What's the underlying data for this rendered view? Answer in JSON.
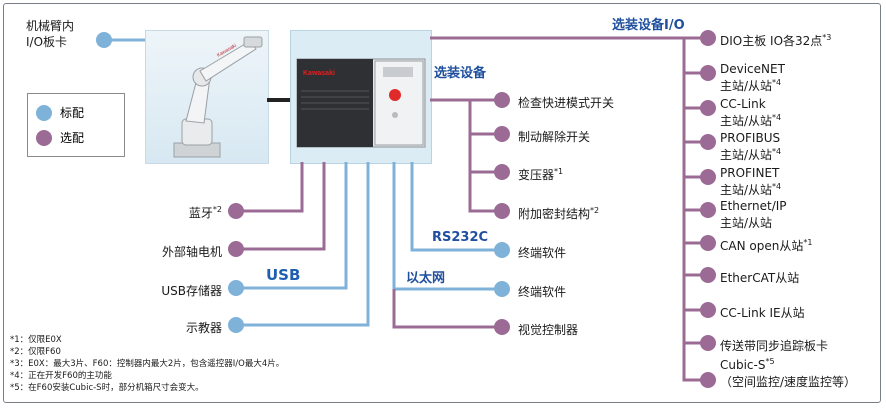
{
  "colors": {
    "standard": "#7fb2d8",
    "optional": "#9b6b96",
    "label_blue": "#1f4f9e"
  },
  "arm_io": "机械臂内\nI/O板卡",
  "legend": {
    "standard": "标配",
    "optional": "选配"
  },
  "controller_brand": "Kawasaki",
  "labels": {
    "option_equipment": "选装设备",
    "option_io": "选装设备I/O",
    "rs232c": "RS232C",
    "ethernet": "以太网",
    "usb": "USB"
  },
  "left_items": [
    {
      "text": "蓝牙",
      "note": "*2"
    },
    {
      "text": "外部轴电机",
      "note": ""
    },
    {
      "text": "USB存储器",
      "note": ""
    },
    {
      "text": "示教器",
      "note": ""
    }
  ],
  "middle_items": [
    {
      "text": "检查快进模式开关",
      "note": ""
    },
    {
      "text": "制动解除开关",
      "note": ""
    },
    {
      "text": "变压器",
      "note": "*1"
    },
    {
      "text": "附加密封结构",
      "note": "*2"
    },
    {
      "text": "终端软件",
      "note": ""
    },
    {
      "text": "终端软件",
      "note": ""
    },
    {
      "text": "视觉控制器",
      "note": ""
    }
  ],
  "right_items": [
    {
      "line1": "DIO主板 IO各32点",
      "note1": "*3",
      "line2": "",
      "note2": ""
    },
    {
      "line1": "DeviceNET",
      "note1": "",
      "line2": "主站/从站",
      "note2": "*4"
    },
    {
      "line1": "CC-Link",
      "note1": "",
      "line2": "主站/从站",
      "note2": "*4"
    },
    {
      "line1": "PROFIBUS",
      "note1": "",
      "line2": "主站/从站",
      "note2": "*4"
    },
    {
      "line1": "PROFINET",
      "note1": "",
      "line2": "主站/从站",
      "note2": "*4"
    },
    {
      "line1": "Ethernet/IP",
      "note1": "",
      "line2": "主站/从站",
      "note2": ""
    },
    {
      "line1": "CAN open从站",
      "note1": "*1",
      "line2": "",
      "note2": ""
    },
    {
      "line1": "EtherCAT从站",
      "note1": "",
      "line2": "",
      "note2": ""
    },
    {
      "line1": "CC-Link IE从站",
      "note1": "",
      "line2": "",
      "note2": ""
    },
    {
      "line1": "传送带同步追踪板卡",
      "note1": "",
      "line2": "",
      "note2": ""
    },
    {
      "line1": "Cubic-S",
      "note1": "*5",
      "line2": "（空间监控/速度监控等）",
      "note2": ""
    }
  ],
  "footnotes": [
    "*1：仅限E0X",
    "*2：仅限F60",
    "*3：E0X：最大3片、F60：控制器内最大2片，包含遥控器I/O最大4片。",
    "*4：正在开发F60的主功能",
    "*5：在F60安装Cubic-S时，部分机箱尺寸会变大。"
  ]
}
